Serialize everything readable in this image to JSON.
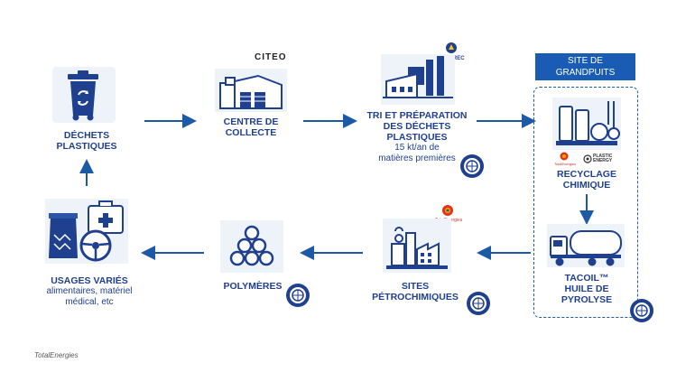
{
  "nodes": {
    "dechets": {
      "line1": "Déchets",
      "line2": "plastiques"
    },
    "collecte": {
      "line1": "Centre de",
      "line2": "collecte"
    },
    "tri": {
      "line1": "Tri et préparation",
      "line2": "des déchets",
      "line3": "plastiques",
      "sub1": "15 kt/an de",
      "sub2": "matières premières"
    },
    "recyclage": {
      "line1": "Recyclage",
      "line2": "chimique"
    },
    "tacoil": {
      "line1": "Tacoil™",
      "line2": "huile de",
      "line3": "pyrolyse"
    },
    "sites": {
      "line1": "Sites",
      "line2": "pétrochimiques"
    },
    "polymeres": {
      "line1": "Polymères"
    },
    "usages": {
      "line1": "Usages variés",
      "sub1": "alimentaires, matériel",
      "sub2": "médical, etc"
    }
  },
  "site": {
    "line1": "Site de",
    "line2": "Grandpuits"
  },
  "logos": {
    "citeo": "CITEO",
    "paprec": "PAPREC",
    "totalenergies": "TotalEnergies",
    "plastic_energy_1": "PLASTIC",
    "plastic_energy_2": "ENERGY"
  },
  "caption": "TotalEnergies",
  "colors": {
    "primary": "#1f3f8f",
    "accent": "#1a5bb3",
    "arrow": "#1d5aa6",
    "icon_bg": "#eef3fa"
  },
  "icons": [
    "recycling-bin-icon",
    "warehouse-icon",
    "sorting-plant-icon",
    "chemical-plant-icon",
    "tanker-truck-icon",
    "petrochemical-site-icon",
    "polymer-pellets-icon",
    "varied-uses-icon",
    "certification-seal-icon"
  ]
}
